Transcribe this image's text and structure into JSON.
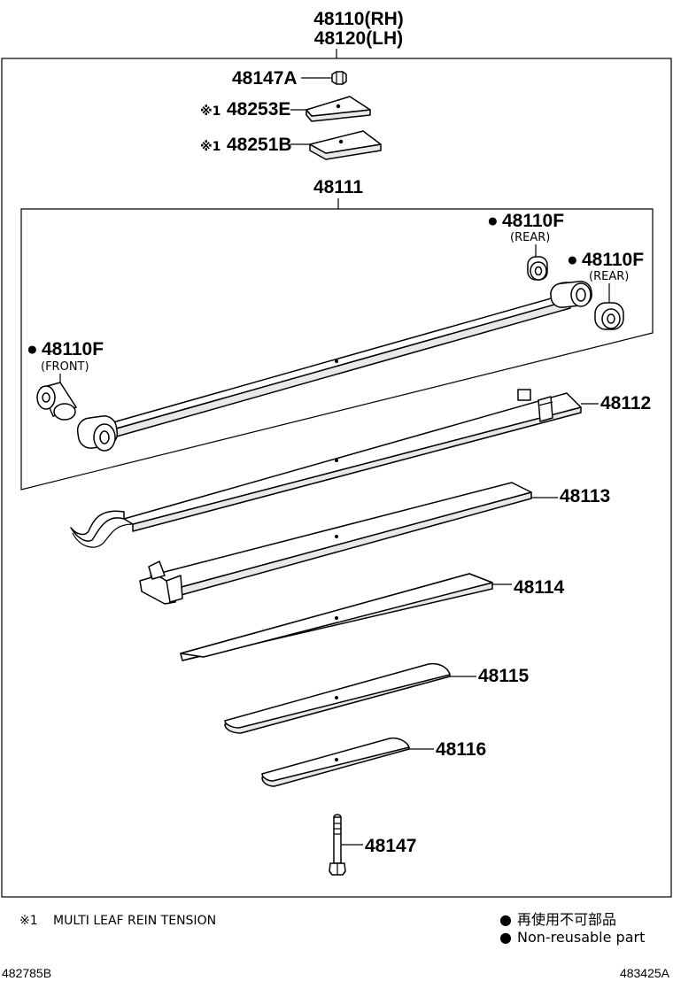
{
  "assembly": {
    "rh": "48110(RH)",
    "lh": "48120(LH)"
  },
  "parts": {
    "nut": "48147A",
    "plate_upper": "48253E",
    "plate_lower": "48251B",
    "spring_no1": "48111",
    "bushing_rear_a": "48110F",
    "bushing_rear_b": "48110F",
    "bushing_front": "48110F",
    "leaf_48112": "48112",
    "leaf_48113": "48113",
    "leaf_48114": "48114",
    "leaf_48115": "48115",
    "leaf_48116": "48116",
    "bolt": "48147"
  },
  "callouts": {
    "rear": "(REAR)",
    "front": "(FRONT)",
    "mark1": "※1",
    "dot": "●"
  },
  "footnote": {
    "mark": "※1",
    "text": "MULTI LEAF REIN TENSION"
  },
  "legend": {
    "dot": "●",
    "japanese": "再使用不可部品",
    "english": "Non-reusable part"
  },
  "codes": {
    "left": "482785B",
    "right": "483425A"
  }
}
